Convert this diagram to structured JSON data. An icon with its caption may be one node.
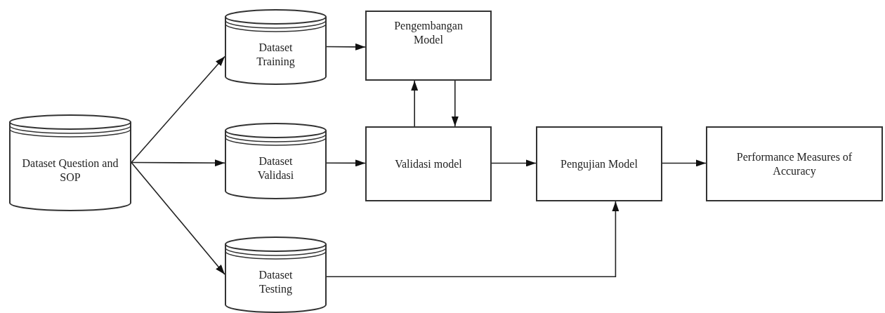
{
  "diagram": {
    "nodes": [
      {
        "text": [
          "Dataset Question and SOP"
        ]
      },
      {
        "text": [
          "Dataset Training"
        ]
      },
      {
        "text": [
          "Pengembangan Model"
        ]
      },
      {
        "text": [
          "Dataset Validasi"
        ]
      },
      {
        "text": [
          "Validasi model"
        ]
      },
      {
        "text": [
          "Pengujian Model"
        ]
      },
      {
        "text": [
          "Performance Measures of Accuracy"
        ]
      },
      {
        "text": [
          "Dataset Testing"
        ]
      }
    ],
    "edges": [
      {
        "from": 0,
        "to": 1,
        "arrow": "to"
      },
      {
        "from": 0,
        "to": 3,
        "arrow": "to"
      },
      {
        "from": 0,
        "to": 7,
        "arrow": "to"
      },
      {
        "from": 1,
        "to": 2,
        "arrow": "to"
      },
      {
        "from": 4,
        "to": 2,
        "arrow": "to"
      },
      {
        "from": 2,
        "to": 4,
        "arrow": "to"
      },
      {
        "from": 3,
        "to": 4,
        "arrow": "to"
      },
      {
        "from": 4,
        "to": 5,
        "arrow": "to"
      },
      {
        "from": 5,
        "to": 6,
        "arrow": "to"
      },
      {
        "from": 7,
        "to": 5,
        "arrow": "to"
      }
    ]
  }
}
